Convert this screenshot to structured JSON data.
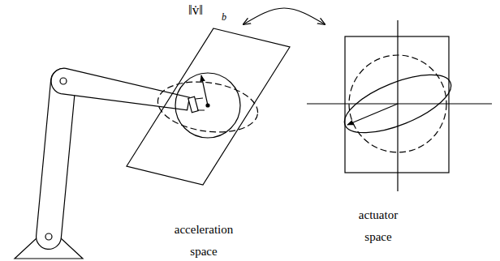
{
  "diagram": {
    "nodes": [
      {
        "text": [
          "acceleration space"
        ]
      },
      {
        "text": [
          "actuator space"
        ]
      }
    ],
    "edges": [
      {
        "from": 0,
        "to": 1,
        "arrow": "both"
      }
    ],
    "labels": [
      "‖v̇‖",
      "b"
    ]
  }
}
